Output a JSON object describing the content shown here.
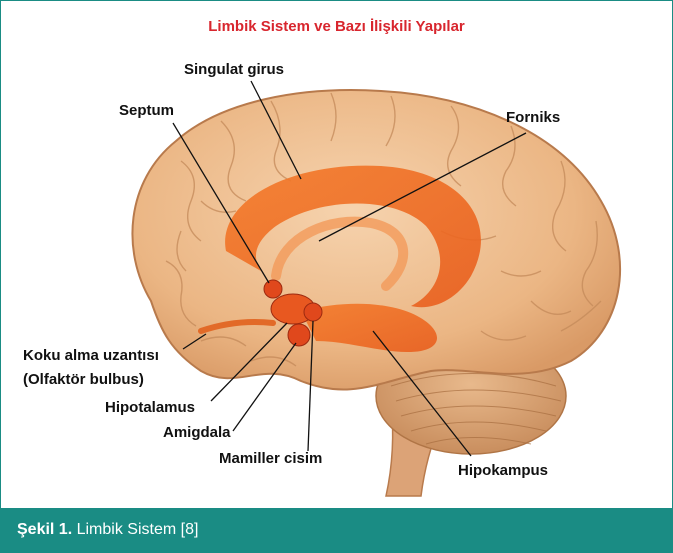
{
  "figure": {
    "title": "Limbik Sistem ve Bazı İlişkili Yapılar",
    "labels": {
      "singulat": "Singulat girus",
      "septum": "Septum",
      "forniks": "Forniks",
      "koku_line1": "Koku alma uzantısı",
      "koku_line2": "(Olfaktör bulbus)",
      "hipotalamus": "Hipotalamus",
      "amigdala": "Amigdala",
      "mamiller": "Mamiller cisim",
      "hipokampus": "Hipokampus"
    }
  },
  "caption": {
    "prefix": "Şekil 1.",
    "text": " Limbik Sistem [8]"
  },
  "colors": {
    "accent": "#1a8c84",
    "title_red": "#d8262e",
    "brain": "#f2c59a",
    "limbic": "#f07a2a"
  }
}
